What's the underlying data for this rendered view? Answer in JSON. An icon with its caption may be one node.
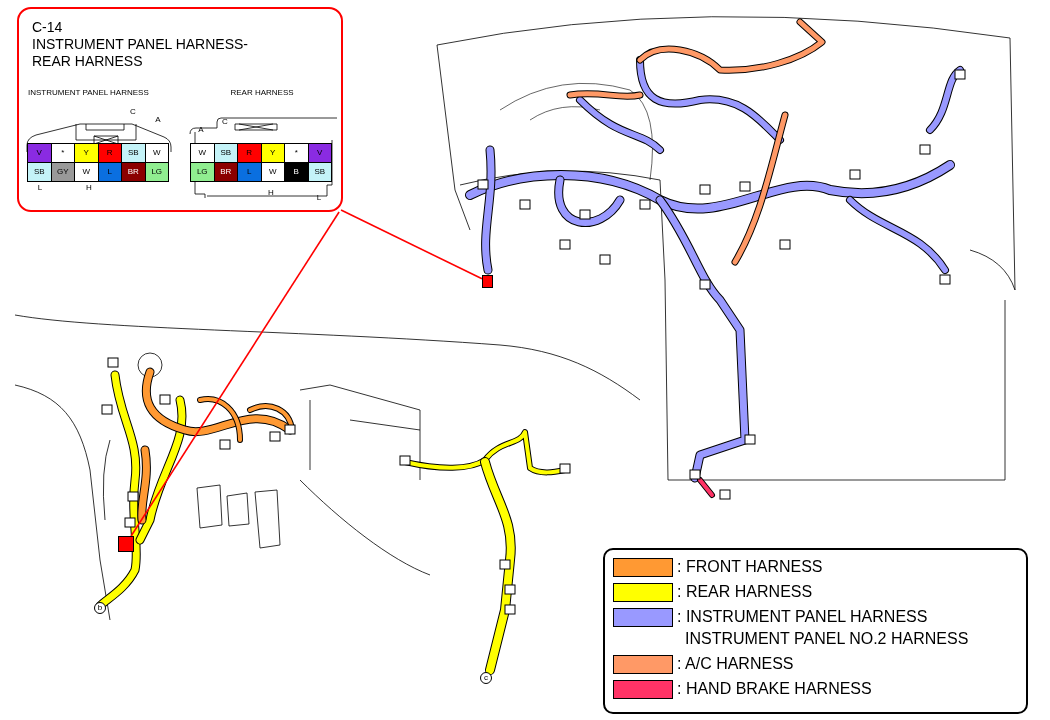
{
  "diagram": {
    "nodes": [
      {
        "text": [
          "C-14",
          "INSTRUMENT PANEL HARNESS- REAR HARNESS"
        ]
      },
      {
        "text": [
          "INSTRUMENT PANEL HARNESS"
        ],
        "in": 0
      },
      {
        "text": [
          "REAR HARNESS"
        ],
        "in": 0
      },
      {
        "text": [],
        "shape": "box"
      },
      {
        "text": [],
        "shape": "box"
      }
    ],
    "edges": [
      {
        "from": 0,
        "to": 3,
        "arrow": "none"
      },
      {
        "from": 0,
        "to": 4,
        "arrow": "none"
      }
    ],
    "labels": [
      "C",
      "A",
      "V",
      "*",
      "Y",
      "R",
      "SB",
      "W",
      "SB",
      "GY",
      "W",
      "L",
      "BR",
      "LG",
      "L",
      "H",
      "A",
      "C",
      "W",
      "SB",
      "R",
      "Y",
      "*",
      "V",
      "LG",
      "BR",
      "L",
      "W",
      "B",
      "SB",
      "H",
      "L",
      "b",
      "c"
    ],
    "legend": [
      {
        "text": ": FRONT HARNESS",
        "color": "#ff9933"
      },
      {
        "text": ": REAR HARNESS",
        "color": "#ffff00"
      },
      {
        "text": ": INSTRUMENT PANEL HARNESS INSTRUMENT PANEL NO.2 HARNESS",
        "color": "#9999ff"
      },
      {
        "text": ": A/C HARNESS",
        "color": "#ff9966"
      },
      {
        "text": ": HAND BRAKE HARNESS",
        "color": "#ff3366"
      }
    ]
  }
}
